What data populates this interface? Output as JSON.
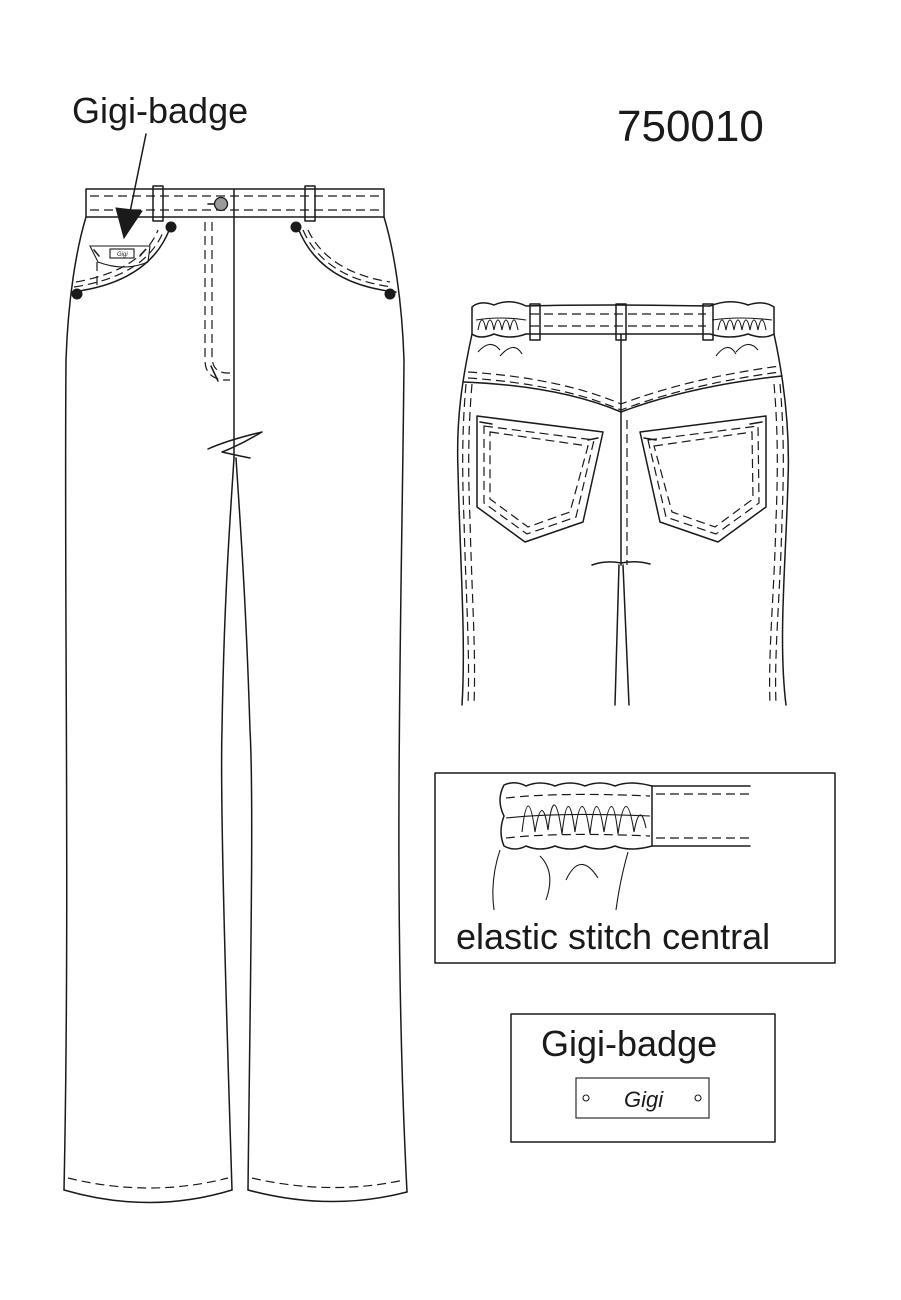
{
  "style_number": "750010",
  "callout": {
    "label": "Gigi-badge"
  },
  "elastic_detail": {
    "caption": "elastic stitch central"
  },
  "badge_detail": {
    "title": "Gigi-badge",
    "badge_text": "Gigi"
  }
}
